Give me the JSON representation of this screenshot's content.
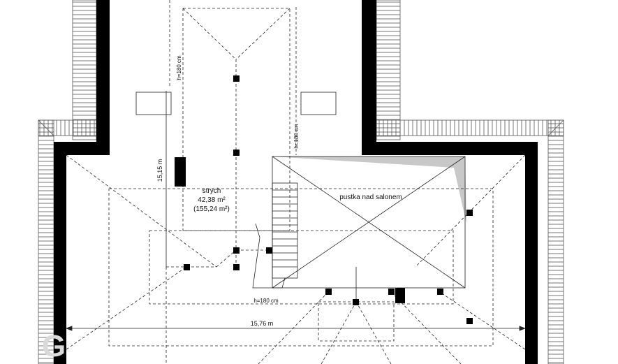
{
  "colors": {
    "wall": "#000000",
    "line": "#222222",
    "roof_hatch": "#555555",
    "shade": "#c8c8c8",
    "watermark": "#d9d9d9"
  },
  "labels": {
    "room_name": "strych",
    "room_area": "42,38 m²",
    "room_area_total": "(155,24 m²)",
    "void_label": "pustka nad salonem",
    "height_left": "h=180 cm",
    "height_right": "h=180 cm",
    "height_bottom": "h=180 cm",
    "dim_vertical": "15,15 m",
    "dim_horizontal": "15,76 m"
  }
}
